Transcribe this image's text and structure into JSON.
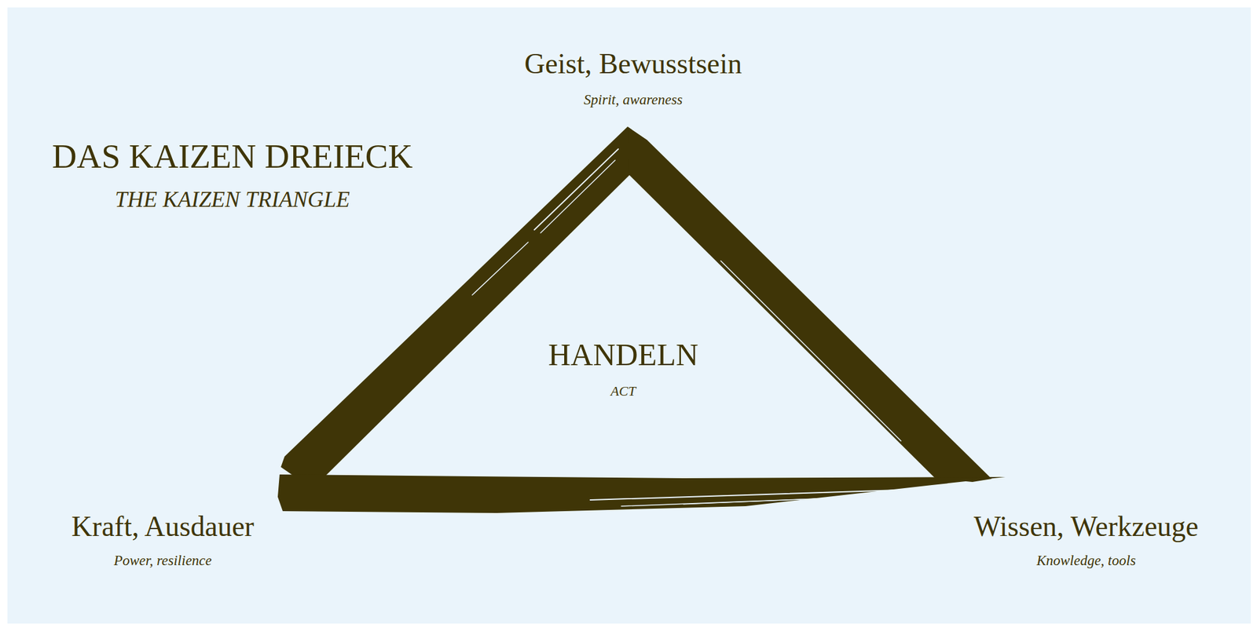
{
  "diagram": {
    "title": "DAS KAIZEN DREIECK",
    "nodes": [
      {
        "text": [
          "HANDELN",
          "ACT"
        ]
      }
    ],
    "labels": [
      "THE KAIZEN TRIANGLE",
      "Geist, Bewusstsein",
      "Spirit, awareness",
      "Kraft, Ausdauer",
      "Power, resilience",
      "Wissen, Werkzeuge",
      "Knowledge, tools"
    ]
  }
}
